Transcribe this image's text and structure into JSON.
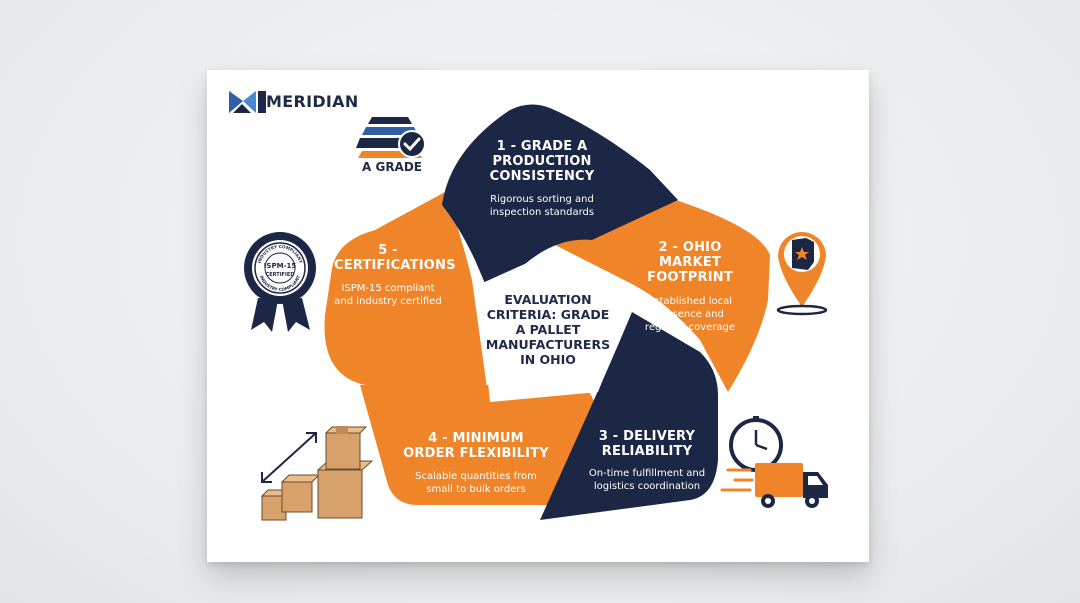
{
  "brand": {
    "name": "MERIDIAN"
  },
  "colors": {
    "navy": "#1c2746",
    "orange": "#f08428",
    "white": "#ffffff"
  },
  "a_grade": {
    "label": "A GRADE"
  },
  "badge": {
    "ring_text": "INDUSTRY COMPLIANT",
    "center_line1": "ISPM-15",
    "center_line2": "CERTIFIED"
  },
  "center": {
    "title": "EVALUATION CRITERIA: GRADE A PALLET MANUFACTURERS IN OHIO"
  },
  "segments": [
    {
      "title": "1 - GRADE A PRODUCTION CONSISTENCY",
      "desc": "Rigorous sorting and inspection standards"
    },
    {
      "title": "2 - OHIO MARKET FOOTPRINT",
      "desc": "Established local presence and regional coverage"
    },
    {
      "title": "3 - DELIVERY RELIABILITY",
      "desc": "On-time fulfillment and logistics coordination"
    },
    {
      "title": "4 - MINIMUM ORDER FLEXIBILITY",
      "desc": "Scalable quantities from small to bulk orders"
    },
    {
      "title": "5 - CERTIFICATIONS",
      "desc": "ISPM-15 compliant and industry certified"
    }
  ],
  "icons": [
    "meridian-logo",
    "a-grade-stack-icon",
    "certified-badge-icon",
    "ohio-location-pin-icon",
    "delivery-truck-clock-icon",
    "scalable-boxes-icon"
  ]
}
